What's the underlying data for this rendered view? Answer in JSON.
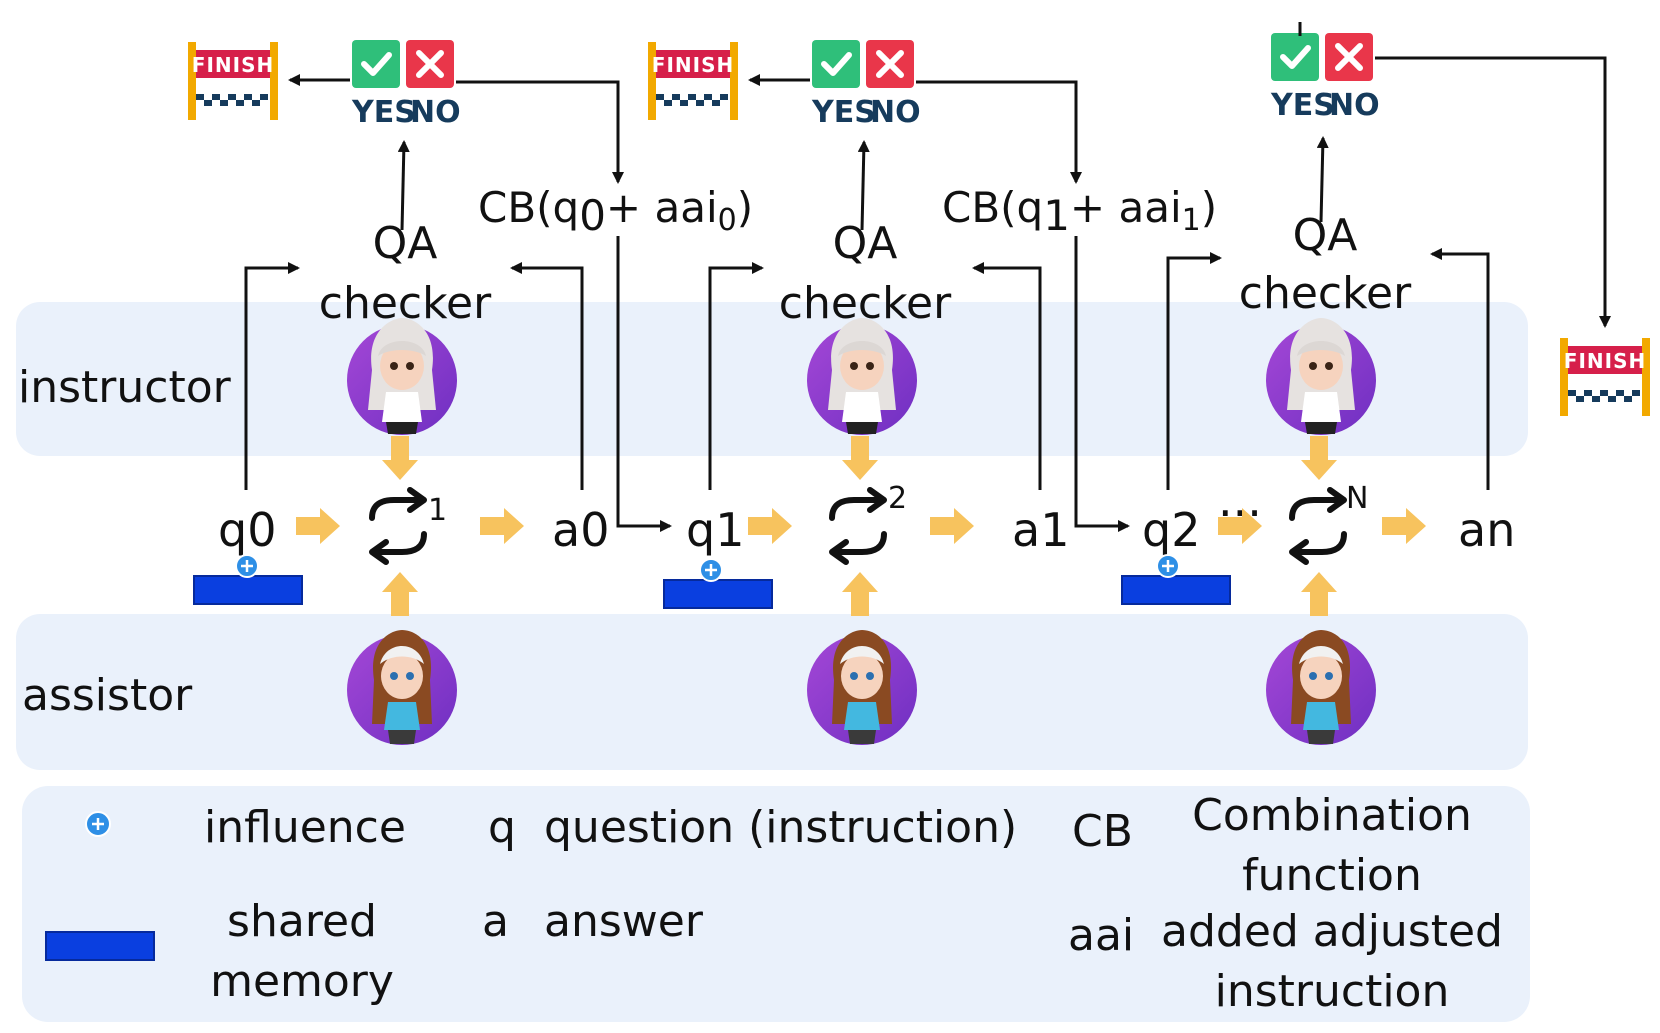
{
  "lanes": {
    "instructor": "instructor",
    "assistor": "assistor"
  },
  "checker": {
    "line1": "QA",
    "line2": "checker"
  },
  "buttons": {
    "yes": "YES",
    "no": "NO"
  },
  "finish_label": "FINISH",
  "combination": [
    {
      "prefix": "CB(q",
      "q_index": "0",
      "mid": "+ aai",
      "aai_index": "0",
      "suffix": ")"
    },
    {
      "prefix": "CB(q",
      "q_index": "1",
      "mid": "+ aai",
      "aai_index": "1",
      "suffix": ")"
    }
  ],
  "sequence": {
    "q0": "q0",
    "a0": "a0",
    "q1": "q1",
    "a1": "a1",
    "q2": "q2",
    "ellipsis": "...",
    "an": "an",
    "loop_sup": [
      "1",
      "2",
      "N"
    ]
  },
  "legend": {
    "influence": "influence",
    "shared_memory_1": "shared",
    "shared_memory_2": "memory",
    "q_symbol": "q",
    "q_desc": "question (instruction)",
    "a_symbol": "a",
    "a_desc": "answer",
    "cb_symbol": "CB",
    "cb_desc_1": "Combination",
    "cb_desc_2": "function",
    "aai_symbol": "aai",
    "aai_desc_1": "added adjusted",
    "aai_desc_2": "instruction"
  },
  "colors": {
    "lane_bg": "#eaf1fb",
    "yellow_arrow": "#f7c35e",
    "memory_blue": "#0a3fe0",
    "influence_blue": "#2e8fe6",
    "yes_green": "#2fbf7a",
    "no_red": "#e9364a",
    "avatar_purple": "#8a3ccf",
    "finish_red": "#d61f4a",
    "finish_pole": "#f2a900"
  }
}
